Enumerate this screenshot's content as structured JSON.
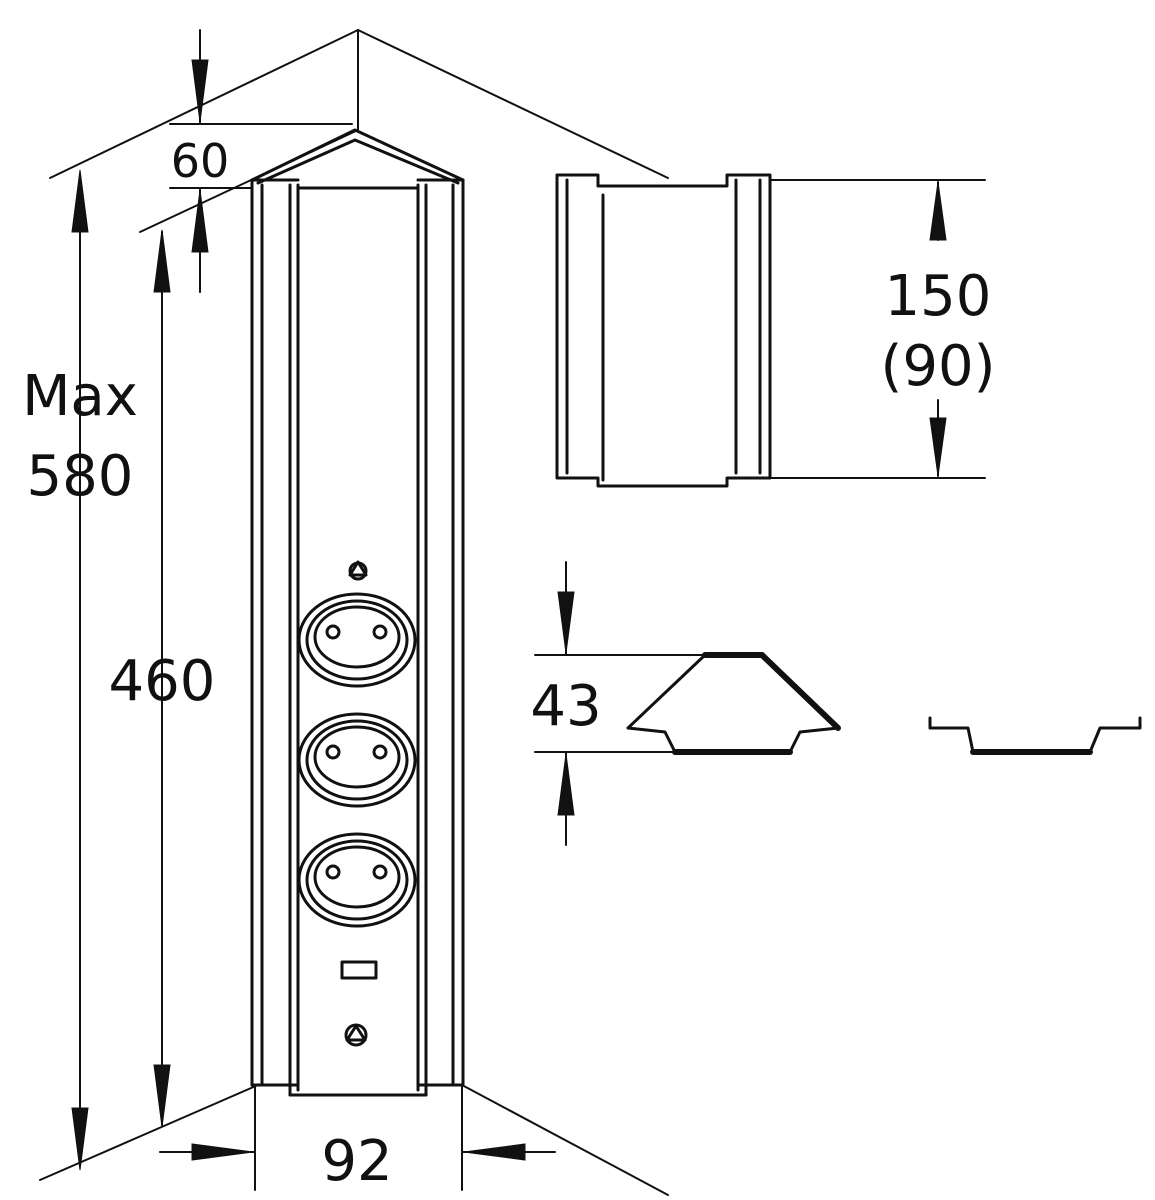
{
  "dimensions": {
    "top_depth": "60",
    "max_height_label": "Max",
    "max_height_value": "580",
    "body_height": "460",
    "width": "92",
    "top_height": "150",
    "top_height_alt": "(90)",
    "profile_depth": "43"
  },
  "components": {
    "sockets": 3,
    "switch_count": 1,
    "screws": 2
  },
  "colors": {
    "line": "#111111",
    "background": "#ffffff"
  }
}
